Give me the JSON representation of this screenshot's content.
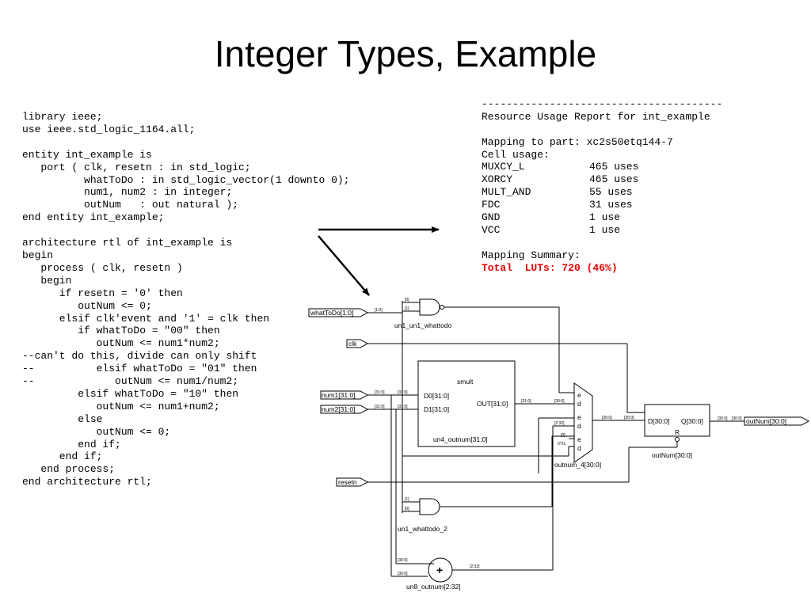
{
  "title": "Integer Types, Example",
  "code_lines": [
    "library ieee;",
    "use ieee.std_logic_1164.all;",
    "",
    "entity int_example is",
    "   port ( clk, resetn : in std_logic;",
    "          whatToDo : in std_logic_vector(1 downto 0);",
    "          num1, num2 : in integer;",
    "          outNum   : out natural );",
    "end entity int_example;",
    "",
    "architecture rtl of int_example is",
    "begin",
    "   process ( clk, resetn )",
    "   begin",
    "      if resetn = '0' then",
    "         outNum <= 0;",
    "      elsif clk'event and '1' = clk then",
    "         if whatToDo = \"00\" then",
    "            outNum <= num1*num2;",
    "--can't do this, divide can only shift",
    "--          elsif whatToDo = \"01\" then",
    "--             outNum <= num1/num2;",
    "         elsif whatToDo = \"10\" then",
    "            outNum <= num1+num2;",
    "         else",
    "            outNum <= 0;",
    "         end if;",
    "      end if;",
    "   end process;",
    "end architecture rtl;"
  ],
  "report": {
    "separator": "---------------------------------------",
    "heading": "Resource Usage Report for int_example",
    "mapping": "Mapping to part: xc2s50etq144-7",
    "cell_usage_label": "Cell usage:",
    "cells": [
      {
        "name": "MUXCY_L",
        "uses": "465 uses"
      },
      {
        "name": "XORCY",
        "uses": "465 uses"
      },
      {
        "name": "MULT_AND",
        "uses": "55 uses"
      },
      {
        "name": "FDC",
        "uses": "31 uses"
      },
      {
        "name": "GND",
        "uses": "1 use"
      },
      {
        "name": "VCC",
        "uses": "1 use"
      }
    ],
    "summary_label": "Mapping Summary:",
    "total": "Total  LUTs: 720 (46%)",
    "highlight_color": "#e60000"
  },
  "schematic": {
    "ports": {
      "whattodo": "whatToDo[1:0]",
      "clk": "clk",
      "num1": "num1[31:0]",
      "num2": "num2[31:0]",
      "resetn": "resetn",
      "outnum": "outNum[30:0]"
    },
    "smult": {
      "title": "smult",
      "d0": "D0[31:0]",
      "d1": "D1[31:0]",
      "out": "OUT[31:0]",
      "name": "un4_outnum[31:0]"
    },
    "and1": "un1_un1_whattodo",
    "and2": "un1_whattodo_2",
    "mux": {
      "name": "outnum_4[30:0]",
      "pins": [
        "e",
        "d",
        "e",
        "d",
        "e",
        "d"
      ]
    },
    "reg": {
      "d": "D[30:0]",
      "q": "Q[30:0]",
      "r": "R",
      "name": "outNum[30:0]"
    },
    "adder": {
      "symbol": "+",
      "name": "un8_outnum[2:32]"
    },
    "bus_labels": {
      "w1": "[1:0]",
      "and1_in0": "[0]",
      "and1_in1": "[1]",
      "n1": "[31:0]",
      "n1b": "[31:0]",
      "n2": "[31:0]",
      "n2b": "[31:0]",
      "mout": "[31:0]",
      "mux_in1": "[30:0]",
      "mux_in2": "[2:32]",
      "mux_in3": "[0]",
      "mux_in3b": "0*31",
      "mux_out": "[30:0]",
      "reg_in": "[30:0]",
      "q_out": "[30:0]",
      "q_out2": "[30:0]",
      "and2_in1": "[1]",
      "and2_in0": "[0]",
      "add_a": "[30:0]",
      "add_b": "[30:0]",
      "add_out": "[2:32]"
    }
  }
}
